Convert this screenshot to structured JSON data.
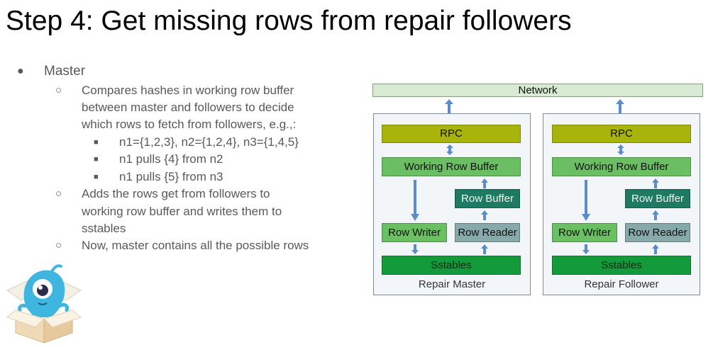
{
  "title": "Step 4: Get missing rows from repair followers",
  "bullets": {
    "master": "Master",
    "sub1_lines": [
      "Compares hashes in working row buffer",
      "between master and followers to decide",
      "which rows to fetch from followers, e.g.,:"
    ],
    "examples": [
      "n1={1,2,3}, n2={1,2,4}, n3={1,4,5}",
      "n1 pulls {4} from n2",
      "n1 pulls {5} from n3"
    ],
    "sub2_lines": [
      "Adds the rows get from followers to",
      "working row buffer and writes them to",
      "sstables"
    ],
    "sub3": "Now, master contains all the possible rows",
    "glyphs": {
      "level1": "●",
      "level2": "○",
      "level3": "■"
    }
  },
  "diagram": {
    "network": "Network",
    "panels": [
      {
        "label": "Repair Master",
        "rpc": "RPC",
        "working_row_buffer": "Working Row Buffer",
        "row_buffer": "Row Buffer",
        "row_writer": "Row Writer",
        "row_reader": "Row Reader",
        "sstables": "Sstables"
      },
      {
        "label": "Repair Follower",
        "rpc": "RPC",
        "working_row_buffer": "Working Row Buffer",
        "row_buffer": "Row Buffer",
        "row_writer": "Row Writer",
        "row_reader": "Row Reader",
        "sstables": "Sstables"
      }
    ],
    "colors": {
      "arrow": "#5b8cc9",
      "network_bg": "#d9ead3",
      "rpc": "#a8b40a",
      "working_row_buffer": "#6abf63",
      "row_buffer": "#1e7a62",
      "row_reader": "#87a9aa",
      "sstables": "#139a3a",
      "panel_bg": "#f3f6f8"
    }
  },
  "mascot": {
    "name": "mascot-in-box"
  }
}
